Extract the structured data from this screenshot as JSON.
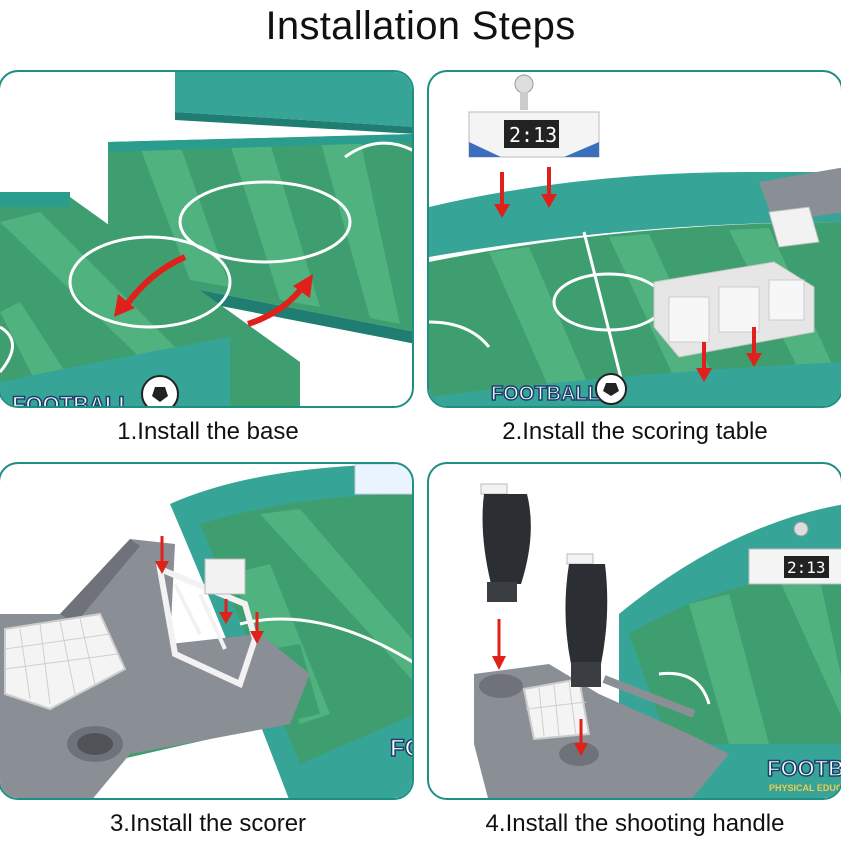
{
  "title": "Installation Steps",
  "steps": [
    {
      "caption": "1.Install the base",
      "brand": "FOOTBALL"
    },
    {
      "caption": "2.Install the scoring table",
      "brand": "FOOTBALL",
      "score": "2:13"
    },
    {
      "caption": "3.Install the scorer",
      "brand": "FO"
    },
    {
      "caption": "4.Install the shooting handle",
      "brand": "FOOTBA",
      "score": "2:13",
      "sub_brand": "PHYSICAL EDUC"
    }
  ],
  "colors": {
    "teal": "#2a9d8f",
    "field_dark": "#2f8f64",
    "field_light": "#47a97b",
    "arrow": "#e0201b",
    "gray": "#8a8f96"
  }
}
